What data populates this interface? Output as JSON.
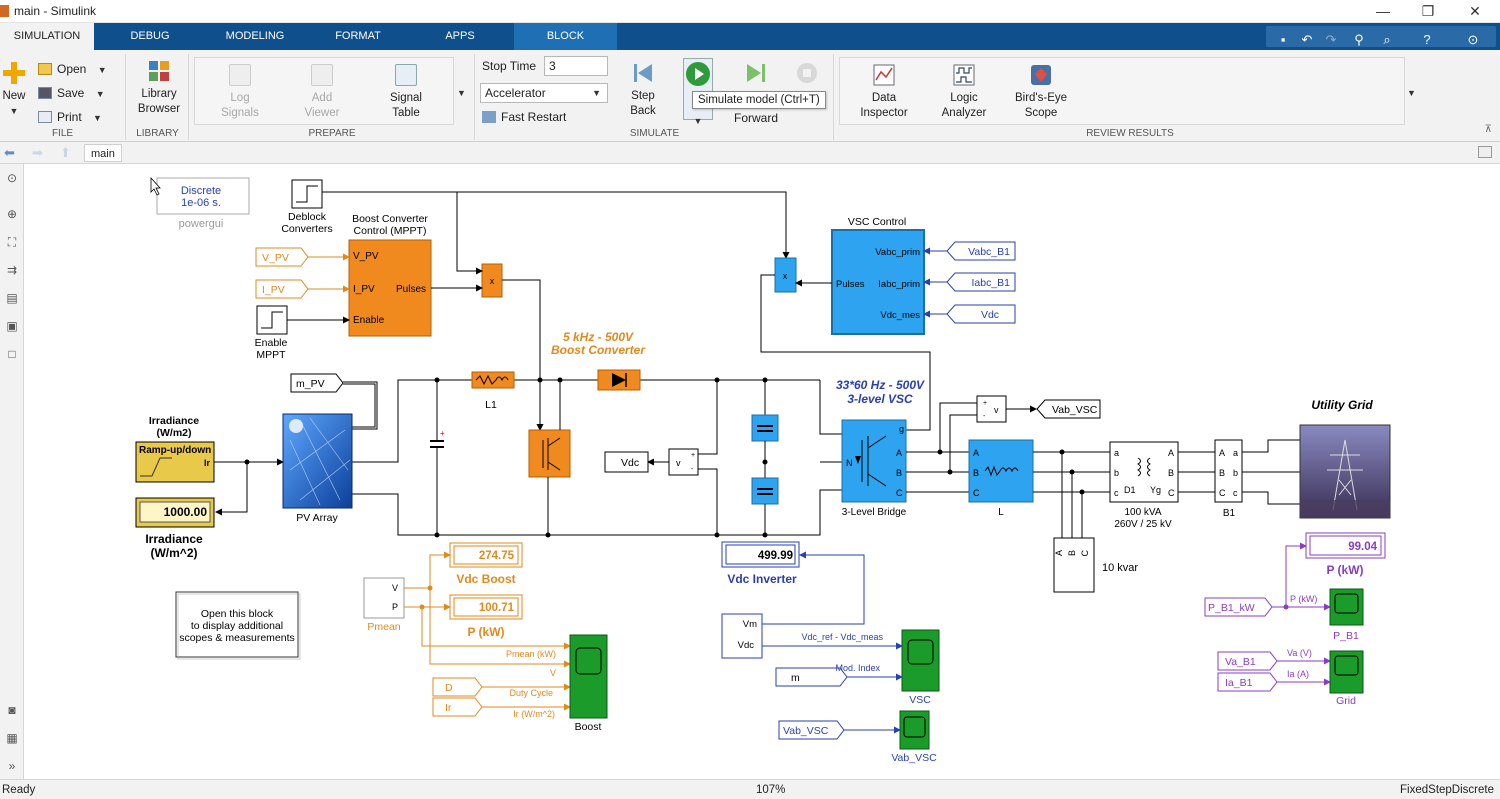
{
  "window": {
    "title": "main - Simulink",
    "minimize": "—",
    "restore": "❐",
    "close": "✕"
  },
  "tabs": [
    "SIMULATION",
    "DEBUG",
    "MODELING",
    "FORMAT",
    "APPS",
    "BLOCK"
  ],
  "ribbon": {
    "file": {
      "label": "FILE",
      "new": "New",
      "open": "Open",
      "save": "Save",
      "print": "Print"
    },
    "library": {
      "label": "LIBRARY",
      "browser_line1": "Library",
      "browser_line2": "Browser"
    },
    "prepare": {
      "label": "PREPARE",
      "log_line1": "Log",
      "log_line2": "Signals",
      "add_line1": "Add",
      "add_line2": "Viewer",
      "signal_line1": "Signal",
      "signal_line2": "Table"
    },
    "simulate": {
      "label": "SIMULATE",
      "stop_time_label": "Stop Time",
      "stop_time_value": "3",
      "mode": "Accelerator",
      "fast_restart": "Fast Restart",
      "step_back_line1": "Step",
      "step_back_line2": "Back",
      "forward": "Forward",
      "tooltip": "Simulate model (Ctrl+T)"
    },
    "review": {
      "label": "REVIEW RESULTS",
      "data_line1": "Data",
      "data_line2": "Inspector",
      "logic_line1": "Logic",
      "logic_line2": "Analyzer",
      "birds_line1": "Bird's-Eye",
      "birds_line2": "Scope"
    }
  },
  "breadcrumb": "main",
  "status": {
    "left": "Ready",
    "zoom": "107%",
    "solver": "FixedStepDiscrete"
  },
  "diagram": {
    "powergui_line1": "Discrete",
    "powergui_line2": "1e-06 s.",
    "powergui_label": "powergui",
    "deblock_line1": "Deblock",
    "deblock_line2": "Converters",
    "mppt_title_line1": "Boost Converter",
    "mppt_title_line2": "Control (MPPT)",
    "mppt_vpv": "V_PV",
    "mppt_ipv": "I_PV",
    "mppt_enable": "Enable",
    "mppt_pulses": "Pulses",
    "goto_vpv": "V_PV",
    "goto_ipv": "I_PV",
    "enable_line1": "Enable",
    "enable_line2": "MPPT",
    "boost_title_line1": "5 kHz - 500V",
    "boost_title_line2": "Boost Converter",
    "vsc_ctrl_title": "VSC Control",
    "vsc_vabc": "Vabc_prim",
    "vsc_iabc": "Iabc_prim",
    "vsc_vdc": "Vdc_mes",
    "vsc_pulses": "Pulses",
    "from_vabc": "Vabc_B1",
    "from_iabc": "Iabc_B1",
    "from_vdc": "Vdc",
    "vsc_title_line1": "33*60 Hz - 500V",
    "vsc_title_line2": "3-level VSC",
    "vab_vsc_tag": "Vab_VSC",
    "utility_grid": "Utility Grid",
    "mpv": "m_PV",
    "l1": "L1",
    "irr_title_line1": "Irradiance",
    "irr_title_line2": "(W/m2)",
    "ramp_line1": "Ramp-up/down",
    "ramp_ir": "Ir",
    "irr_display": "1000.00",
    "irr_label_line1": "Irradiance",
    "irr_label_line2": "(W/m^2)",
    "pv_array": "PV Array",
    "vdc_tag": "Vdc",
    "bridge_label": "3-Level Bridge",
    "bridge_g": "g",
    "bridge_a": "A",
    "bridge_b": "B",
    "bridge_c": "C",
    "bridge_n": "N",
    "l_label": "L",
    "xfmr_line1": "100 kVA",
    "xfmr_line2": "260V / 25 kV",
    "b1_label": "B1",
    "cap_bank": "10 kvar",
    "vdc_boost_val": "274.75",
    "vdc_boost_label": "Vdc Boost",
    "p_boost_val": "100.71",
    "p_boost_label": "P (kW)",
    "pmean_label": "Pmean",
    "pmean_v": "V",
    "pmean_p": "P",
    "vdc_inv_val": "499.99",
    "vdc_inv_label": "Vdc Inverter",
    "p_grid_val": "99.04",
    "p_grid_label": "P (kW)",
    "open_line1": "Open this block",
    "open_line2": "to display additional",
    "open_line3": "scopes & measurements",
    "sig_pmean": "Pmean (kW)",
    "sig_v": "V",
    "sig_duty": "Duty Cycle",
    "sig_ir": "Ir (W/m^2)",
    "from_d": "D",
    "from_ir": "Ir",
    "boost_scope": "Boost",
    "vm": "Vm",
    "vdc_port": "Vdc",
    "sig_vdc_ref": "Vdc_ref - Vdc_meas",
    "sig_mod": "Mod. Index",
    "from_m": "m",
    "vsc_scope": "VSC",
    "vab_from": "Vab_VSC",
    "vab_scope": "Vab_VSC",
    "from_pb1": "P_B1_kW",
    "sig_pkw": "P (kW)",
    "pb1_scope": "P_B1",
    "from_va": "Va_B1",
    "from_ia": "Ia_B1",
    "sig_va": "Va (V)",
    "sig_ia": "Ia (A)",
    "grid_scope": "Grid"
  }
}
